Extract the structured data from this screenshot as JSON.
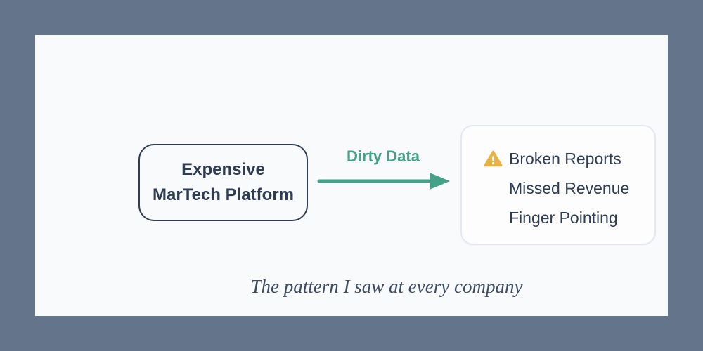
{
  "diagram": {
    "source_box": {
      "line1": "Expensive",
      "line2": "MarTech Platform"
    },
    "arrow_label": "Dirty Data",
    "outcome_box": {
      "items": [
        "Broken Reports",
        "Missed Revenue",
        "Finger Pointing"
      ],
      "icon": "warning-triangle-icon"
    },
    "caption": "The pattern I saw at every company"
  },
  "colors": {
    "outer_background": "#64748b",
    "panel_background": "#f8fafc",
    "navy": "#2e3d52",
    "green": "#45a187",
    "amber": "#e9b23f",
    "card_border": "#e4e9ef",
    "card_background": "#fdfdfe",
    "caption_color": "#3d4c66"
  }
}
